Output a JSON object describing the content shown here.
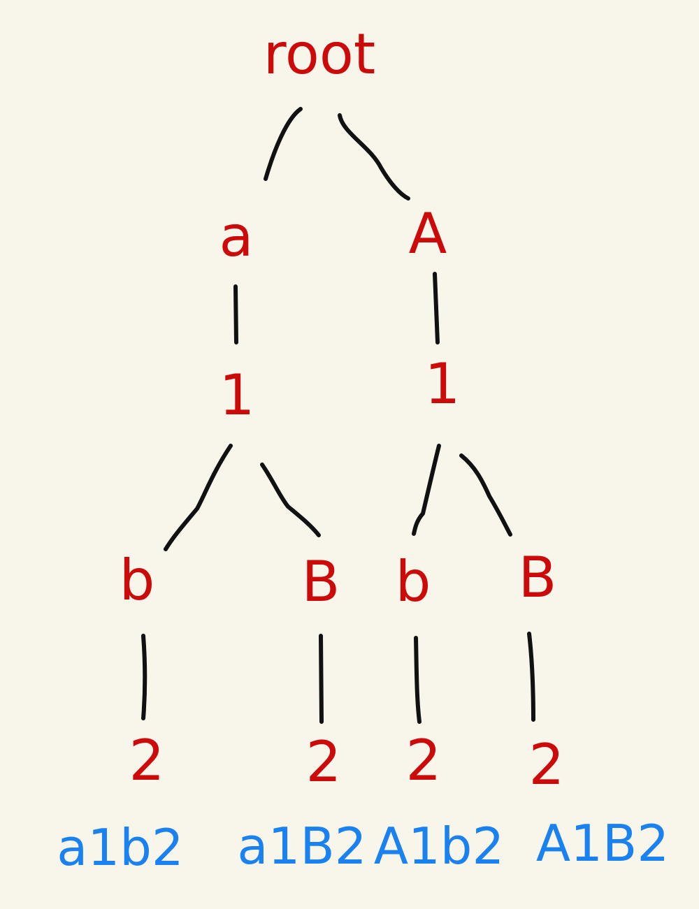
{
  "colors": {
    "background": "#f8f5ea",
    "node": "#cc0a0a",
    "result": "#1a82f0",
    "edge": "#111111"
  },
  "tree": {
    "root": "root",
    "level1": [
      "a",
      "A"
    ],
    "level2": [
      "1",
      "1"
    ],
    "level3": [
      "b",
      "B",
      "b",
      "B"
    ],
    "level4": [
      "2",
      "2",
      "2",
      "2"
    ]
  },
  "results": [
    "a1b2",
    "a1B2",
    "A1b2",
    "A1B2"
  ]
}
